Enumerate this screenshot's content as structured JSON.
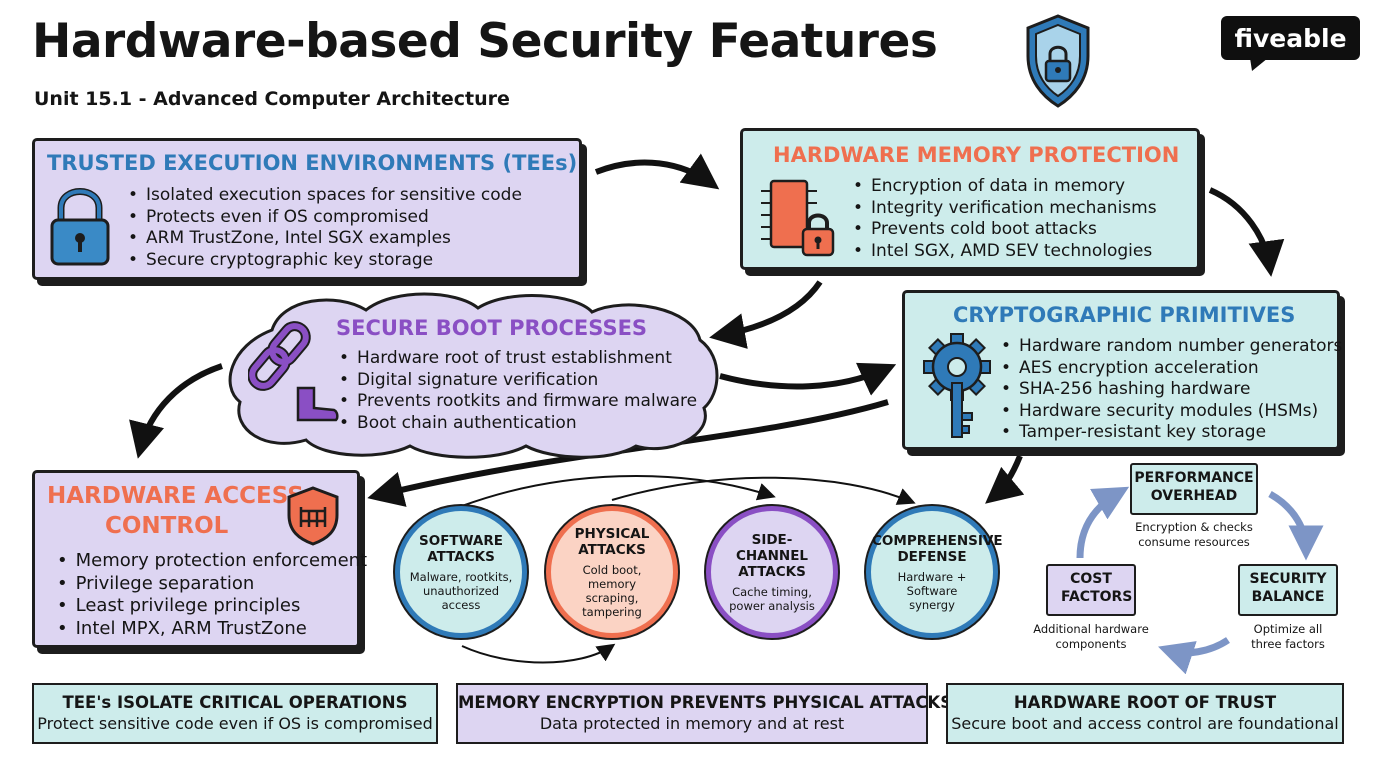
{
  "header": {
    "title": "Hardware-based Security Features",
    "subtitle": "Unit 15.1 - Advanced Computer Architecture",
    "logo": "fiveable"
  },
  "colors": {
    "tee_bg": "#ddd5f2",
    "tee_title": "#2f7ab8",
    "memory_bg": "#cdeceb",
    "memory_title": "#ef6f4f",
    "crypto_bg": "#cdeceb",
    "crypto_title": "#2f7ab8",
    "boot_bg": "#ddd5f2",
    "boot_title": "#8a4fc4",
    "access_bg": "#ddd5f2",
    "access_title": "#ef6f4f",
    "circle_blue": "#2f7ab8",
    "circle_coral": "#ef6f4f",
    "circle_purple": "#8a4fc4"
  },
  "boxes": {
    "tee": {
      "title": "TRUSTED EXECUTION ENVIRONMENTS (TEEs)",
      "icon": "padlock-icon",
      "bullets": [
        "Isolated execution spaces for sensitive code",
        "Protects even if OS compromised",
        "ARM TrustZone, Intel SGX examples",
        "Secure cryptographic key storage"
      ]
    },
    "memory": {
      "title": "HARDWARE MEMORY PROTECTION",
      "icon": "memory-chip-lock-icon",
      "bullets": [
        "Encryption of data in memory",
        "Integrity verification mechanisms",
        "Prevents cold boot attacks",
        "Intel SGX, AMD SEV technologies"
      ]
    },
    "crypto": {
      "title": "CRYPTOGRAPHIC PRIMITIVES",
      "icon": "gear-key-icon",
      "bullets": [
        "Hardware random number generators",
        "AES encryption acceleration",
        "SHA-256 hashing hardware",
        "Hardware security modules (HSMs)",
        "Tamper-resistant key storage"
      ]
    },
    "boot": {
      "title": "SECURE BOOT PROCESSES",
      "icon": "chain-boot-icon",
      "bullets": [
        "Hardware root of trust establishment",
        "Digital signature verification",
        "Prevents rootkits and firmware malware",
        "Boot chain authentication"
      ]
    },
    "access": {
      "title_line1": "HARDWARE ACCESS",
      "title_line2": "CONTROL",
      "icon": "shield-gate-icon",
      "bullets": [
        "Memory protection enforcement",
        "Privilege separation",
        "Least privilege principles",
        "Intel MPX, ARM TrustZone"
      ]
    }
  },
  "attacks": [
    {
      "title": "SOFTWARE ATTACKS",
      "desc": "Malware, rootkits, unauthorized access"
    },
    {
      "title": "PHYSICAL ATTACKS",
      "desc": "Cold boot, memory scraping, tampering"
    },
    {
      "title": "SIDE-CHANNEL ATTACKS",
      "desc": "Cache timing, power analysis"
    },
    {
      "title": "COMPREHENSIVE DEFENSE",
      "desc": "Hardware + Software synergy"
    }
  ],
  "tradeoffs": {
    "performance": {
      "title": "PERFORMANCE OVERHEAD",
      "desc_line1": "Encryption & checks",
      "desc_line2": "consume resources"
    },
    "cost": {
      "title": "COST FACTORS",
      "desc_line1": "Additional hardware",
      "desc_line2": "components"
    },
    "balance": {
      "title": "SECURITY BALANCE",
      "desc_line1": "Optimize all",
      "desc_line2": "three factors"
    }
  },
  "banners": [
    {
      "title": "TEE's ISOLATE CRITICAL OPERATIONS",
      "subtitle": "Protect sensitive code even if OS is compromised"
    },
    {
      "title": "MEMORY ENCRYPTION PREVENTS PHYSICAL ATTACKS",
      "subtitle": "Data protected in memory and at rest"
    },
    {
      "title": "HARDWARE ROOT OF TRUST",
      "subtitle": "Secure boot and access control are foundational"
    }
  ]
}
